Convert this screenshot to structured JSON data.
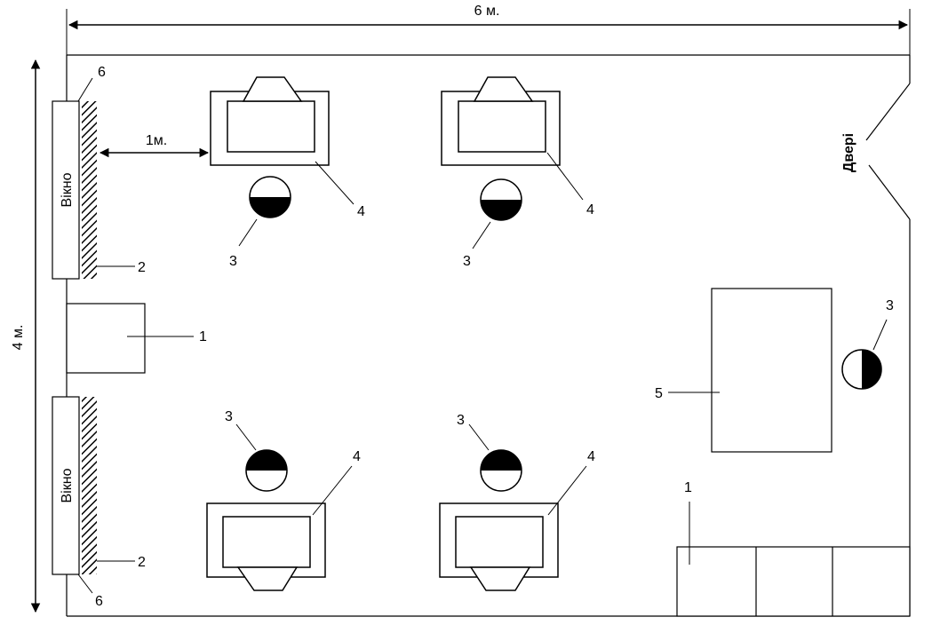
{
  "dimensions": {
    "width_label": "6 м.",
    "height_label": "4 м.",
    "distance_label": "1м."
  },
  "windows": [
    {
      "label": "Вікно",
      "curtain_ref": "2",
      "sill_ref": "6"
    },
    {
      "label": "Вікно",
      "curtain_ref": "2",
      "sill_ref": "6"
    }
  ],
  "door": {
    "label": "Двері"
  },
  "cabinet_ref_left": "1",
  "cabinet_ref_bottom": "1",
  "desk_ref": "5",
  "workstation_ref": "4",
  "chair_ref": "3",
  "colors": {
    "line": "#000000",
    "background": "#ffffff"
  }
}
